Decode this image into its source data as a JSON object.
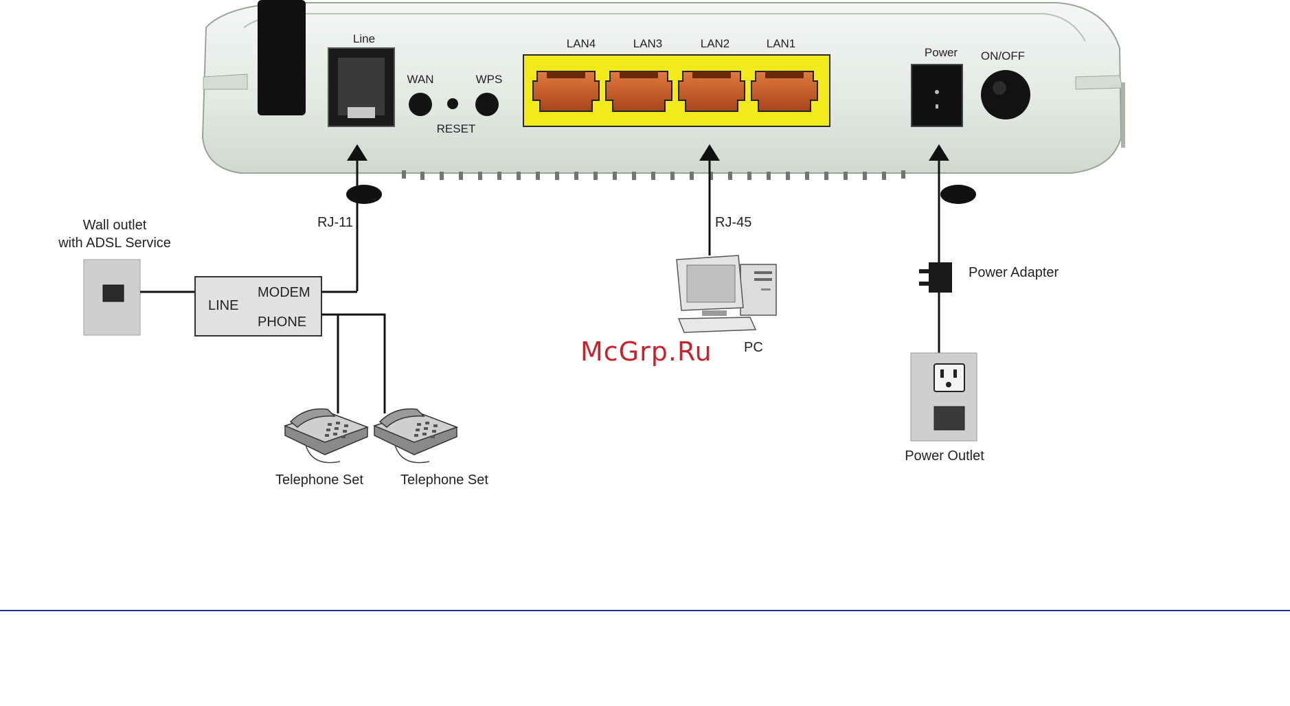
{
  "router": {
    "line_label": "Line",
    "wan_label": "WAN",
    "wps_label": "WPS",
    "reset_label": "RESET",
    "lan_ports": [
      "LAN4",
      "LAN3",
      "LAN2",
      "LAN1"
    ],
    "power_label": "Power",
    "onoff_label": "ON/OFF"
  },
  "connections": {
    "rj11_label": "RJ-11",
    "rj45_label": "RJ-45"
  },
  "wall_outlet": {
    "line1": "Wall outlet",
    "line2": "with ADSL Service"
  },
  "splitter": {
    "line_label": "LINE",
    "modem_label": "MODEM",
    "phone_label": "PHONE"
  },
  "telephones": [
    "Telephone Set",
    "Telephone Set"
  ],
  "pc_label": "PC",
  "power_adapter_label": "Power Adapter",
  "power_outlet_label": "Power Outlet",
  "watermark": "McGrp.Ru",
  "colors": {
    "lan_panel": "#f2ea1a",
    "lan_port": "#c0551f",
    "router_body": "#e7ece7",
    "rule_line": "#1f2f8f",
    "watermark": "#c8232c"
  }
}
